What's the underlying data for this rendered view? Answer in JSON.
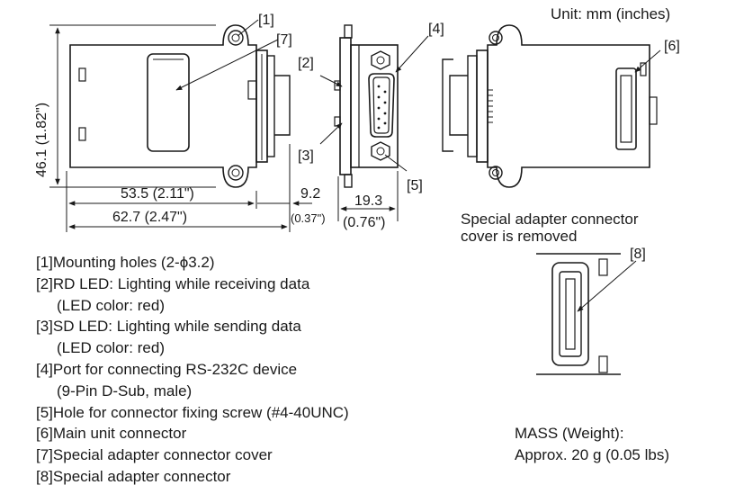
{
  "unit_note": "Unit: mm (inches)",
  "callouts": [
    "[1]",
    "[7]",
    "[2]",
    "[3]",
    "[4]",
    "[5]",
    "[6]",
    "[8]"
  ],
  "dimensions": {
    "height": "46.1 (1.82\")",
    "width_body": "53.5 (2.11\")",
    "width_total": "62.7 (2.47\")",
    "conn_depth_mm": "9.2",
    "conn_depth_in": "(0.37\")",
    "side_depth_mm": "19.3",
    "side_depth_in": "(0.76\")"
  },
  "removed_note": [
    "Special adapter connector",
    "cover is removed"
  ],
  "legend": [
    {
      "text": "[1]Mounting holes (2-ϕ3.2)",
      "indent": false
    },
    {
      "text": "[2]RD LED: Lighting while receiving data",
      "indent": false
    },
    {
      "text": "(LED color: red)",
      "indent": true
    },
    {
      "text": "[3]SD LED: Lighting while sending data",
      "indent": false
    },
    {
      "text": "(LED color: red)",
      "indent": true
    },
    {
      "text": "[4]Port for connecting RS-232C device",
      "indent": false
    },
    {
      "text": "(9-Pin D-Sub, male)",
      "indent": true
    },
    {
      "text": "[5]Hole for connector fixing screw (#4-40UNC)",
      "indent": false
    },
    {
      "text": "[6]Main unit connector",
      "indent": false
    },
    {
      "text": "[7]Special adapter connector cover",
      "indent": false
    },
    {
      "text": "[8]Special adapter connector",
      "indent": false
    }
  ],
  "mass": [
    "MASS (Weight):",
    "Approx. 20 g (0.05 lbs)"
  ]
}
